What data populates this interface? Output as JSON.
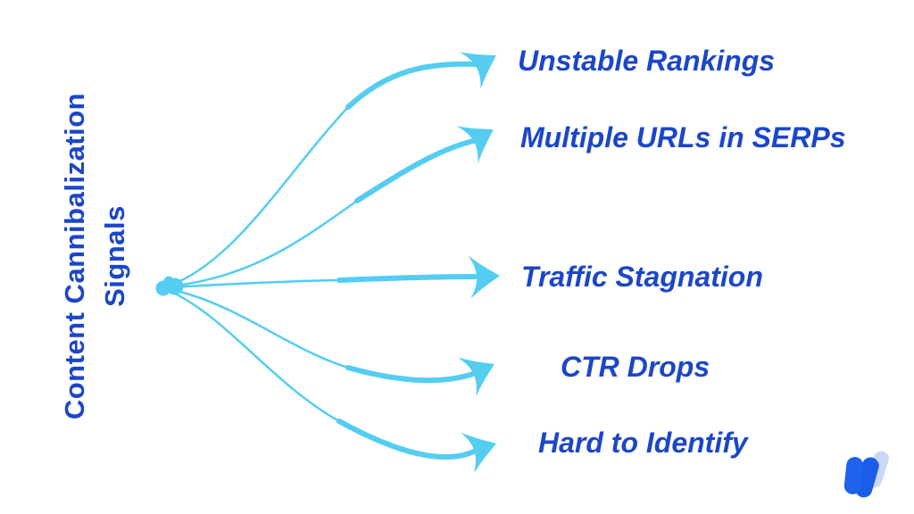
{
  "title": {
    "line1": "Content Cannibalization",
    "line2": "Signals"
  },
  "signals": [
    {
      "label": "Unstable Rankings"
    },
    {
      "label": "Multiple URLs in SERPs"
    },
    {
      "label": "Traffic Stagnation"
    },
    {
      "label": "CTR Drops"
    },
    {
      "label": "Hard to Identify"
    }
  ],
  "colors": {
    "background": "#FFFFFF",
    "text_blue": "#1C46C9",
    "arrow_cyan": "#54CDF1",
    "logo_blue": "#2062EB",
    "logo_blue_dark": "#1B5CE9",
    "logo_blue_light": "#C9D8F8"
  },
  "icons": {
    "central_node": "cloud-dot",
    "arrowhead": "swoosh-arrow-icon",
    "logo": "w-mark-logo"
  }
}
